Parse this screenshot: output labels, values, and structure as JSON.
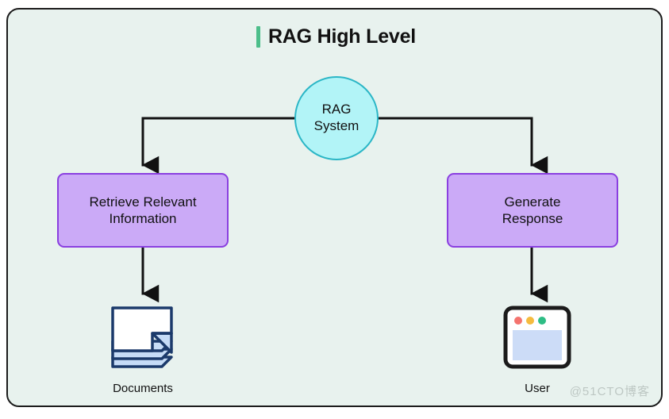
{
  "diagram": {
    "title": "RAG High Level",
    "accent_color": "#4cbe8a",
    "canvas_background": "#e8f2ee",
    "canvas_border_color": "#1b1b1b",
    "watermark": "@51CTO博客"
  },
  "nodes": {
    "root": {
      "label": "RAG\nSystem",
      "shape": "circle",
      "fill": "#b2f4f7",
      "stroke": "#2bb6c6"
    },
    "retrieve": {
      "label": "Retrieve Relevant\nInformation",
      "shape": "rounded-rect",
      "fill": "#cbaaf7",
      "stroke": "#8a3fe0"
    },
    "generate": {
      "label": "Generate\nResponse",
      "shape": "rounded-rect",
      "fill": "#cbaaf7",
      "stroke": "#8a3fe0"
    },
    "documents": {
      "label": "Documents",
      "icon": "documents-stack-icon",
      "page_fill": "#ffffff",
      "stack_fill": "#c6dcf7",
      "stroke": "#1b3a6b"
    },
    "user": {
      "label": "User",
      "icon": "browser-window-icon",
      "window_fill": "#ffffff",
      "content_fill": "#ccdcf7",
      "stroke": "#1b1b1b",
      "dots": [
        "#f4736e",
        "#f5bb3e",
        "#2ebd85"
      ]
    }
  },
  "edges": [
    {
      "from": "root",
      "to": "retrieve",
      "style": "elbow",
      "arrow": true
    },
    {
      "from": "root",
      "to": "generate",
      "style": "elbow",
      "arrow": true
    },
    {
      "from": "retrieve",
      "to": "documents",
      "style": "straight",
      "arrow": true
    },
    {
      "from": "generate",
      "to": "user",
      "style": "straight",
      "arrow": true
    }
  ]
}
